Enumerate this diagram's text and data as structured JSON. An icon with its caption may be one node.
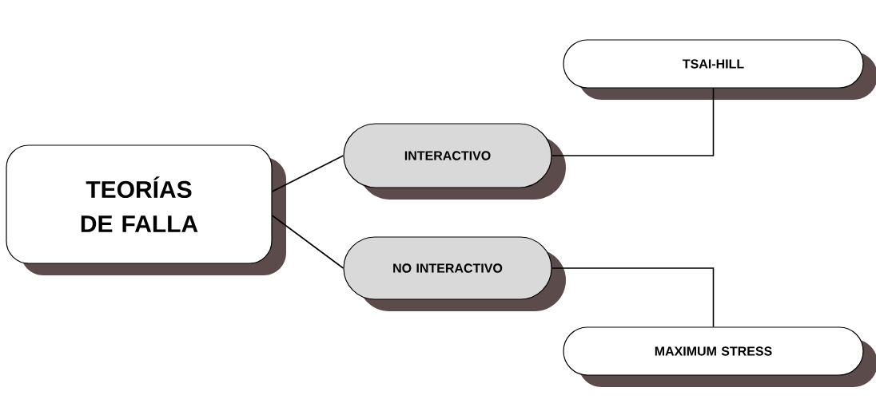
{
  "diagram": {
    "nodes": [
      {
        "text": [
          "TEORÍAS DE FALLA"
        ]
      },
      {
        "text": [
          "INTERACTIVO"
        ]
      },
      {
        "text": [
          "NO INTERACTIVO"
        ]
      },
      {
        "text": [
          "TSAI-HILL"
        ]
      },
      {
        "text": [
          "MAXIMUM STRESS"
        ]
      }
    ],
    "edges": [
      {
        "from": 0,
        "to": 1,
        "arrow": "none"
      },
      {
        "from": 0,
        "to": 2,
        "arrow": "none"
      },
      {
        "from": 1,
        "to": 3,
        "arrow": "none"
      },
      {
        "from": 2,
        "to": 4,
        "arrow": "none"
      }
    ]
  }
}
